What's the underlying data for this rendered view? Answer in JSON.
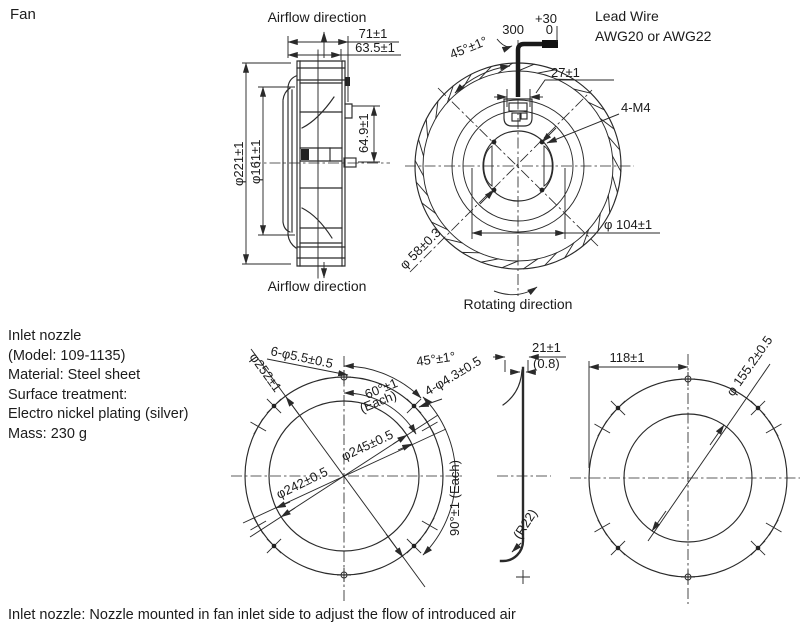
{
  "page": {
    "title": "Fan",
    "footer": "Inlet nozzle: Nozzle mounted in fan inlet side to adjust the flow of introduced air"
  },
  "fan_side": {
    "airflow_top": "Airflow direction",
    "airflow_bottom": "Airflow direction",
    "depth": "71±1",
    "depth_inner": "63.5±1",
    "outer_dia": "φ221±1",
    "impeller_dia": "φ161±1",
    "wire_height": "64.9±1"
  },
  "fan_front": {
    "lead_wire_1": "Lead Wire",
    "lead_wire_2": "AWG20 or AWG22",
    "wire_length": "300",
    "wire_tol_plus": "+30",
    "wire_tol_zero": "0",
    "wire_angle": "45°±1°",
    "hub_width": "27±1",
    "screw_holes": "4-M4",
    "bolt_circle": "φ 104±1",
    "hub_dia": "φ 58±0.3",
    "rotating": "Rotating direction"
  },
  "nozzle_info": {
    "line1": "Inlet nozzle",
    "line2": "(Model: 109-1135)",
    "line3": "Material: Steel sheet",
    "line4": "Surface treatment:",
    "line5": "Electro nickel plating (silver)",
    "line6": "Mass: 230 g"
  },
  "nozzle_front": {
    "holes_large": "6-φ5.5±0.5",
    "bolt_circle": "φ252±1",
    "angle45": "45°±1°",
    "holes_small": "4-φ4.3±0.5",
    "angle60_line1": "60°±1",
    "angle60_line2": "(Each)",
    "dia245": "φ245±0.5",
    "dia242": "φ242±0.5",
    "angle90": "90°±1 (Each)"
  },
  "nozzle_side": {
    "depth": "21±1",
    "thickness": "(0.8)",
    "radius": "(R22)"
  },
  "nozzle_back": {
    "offset": "118±1",
    "inner_dia": "φ 155.2±0.5"
  },
  "colors": {
    "line": "#2a2a2a",
    "background": "#ffffff"
  }
}
